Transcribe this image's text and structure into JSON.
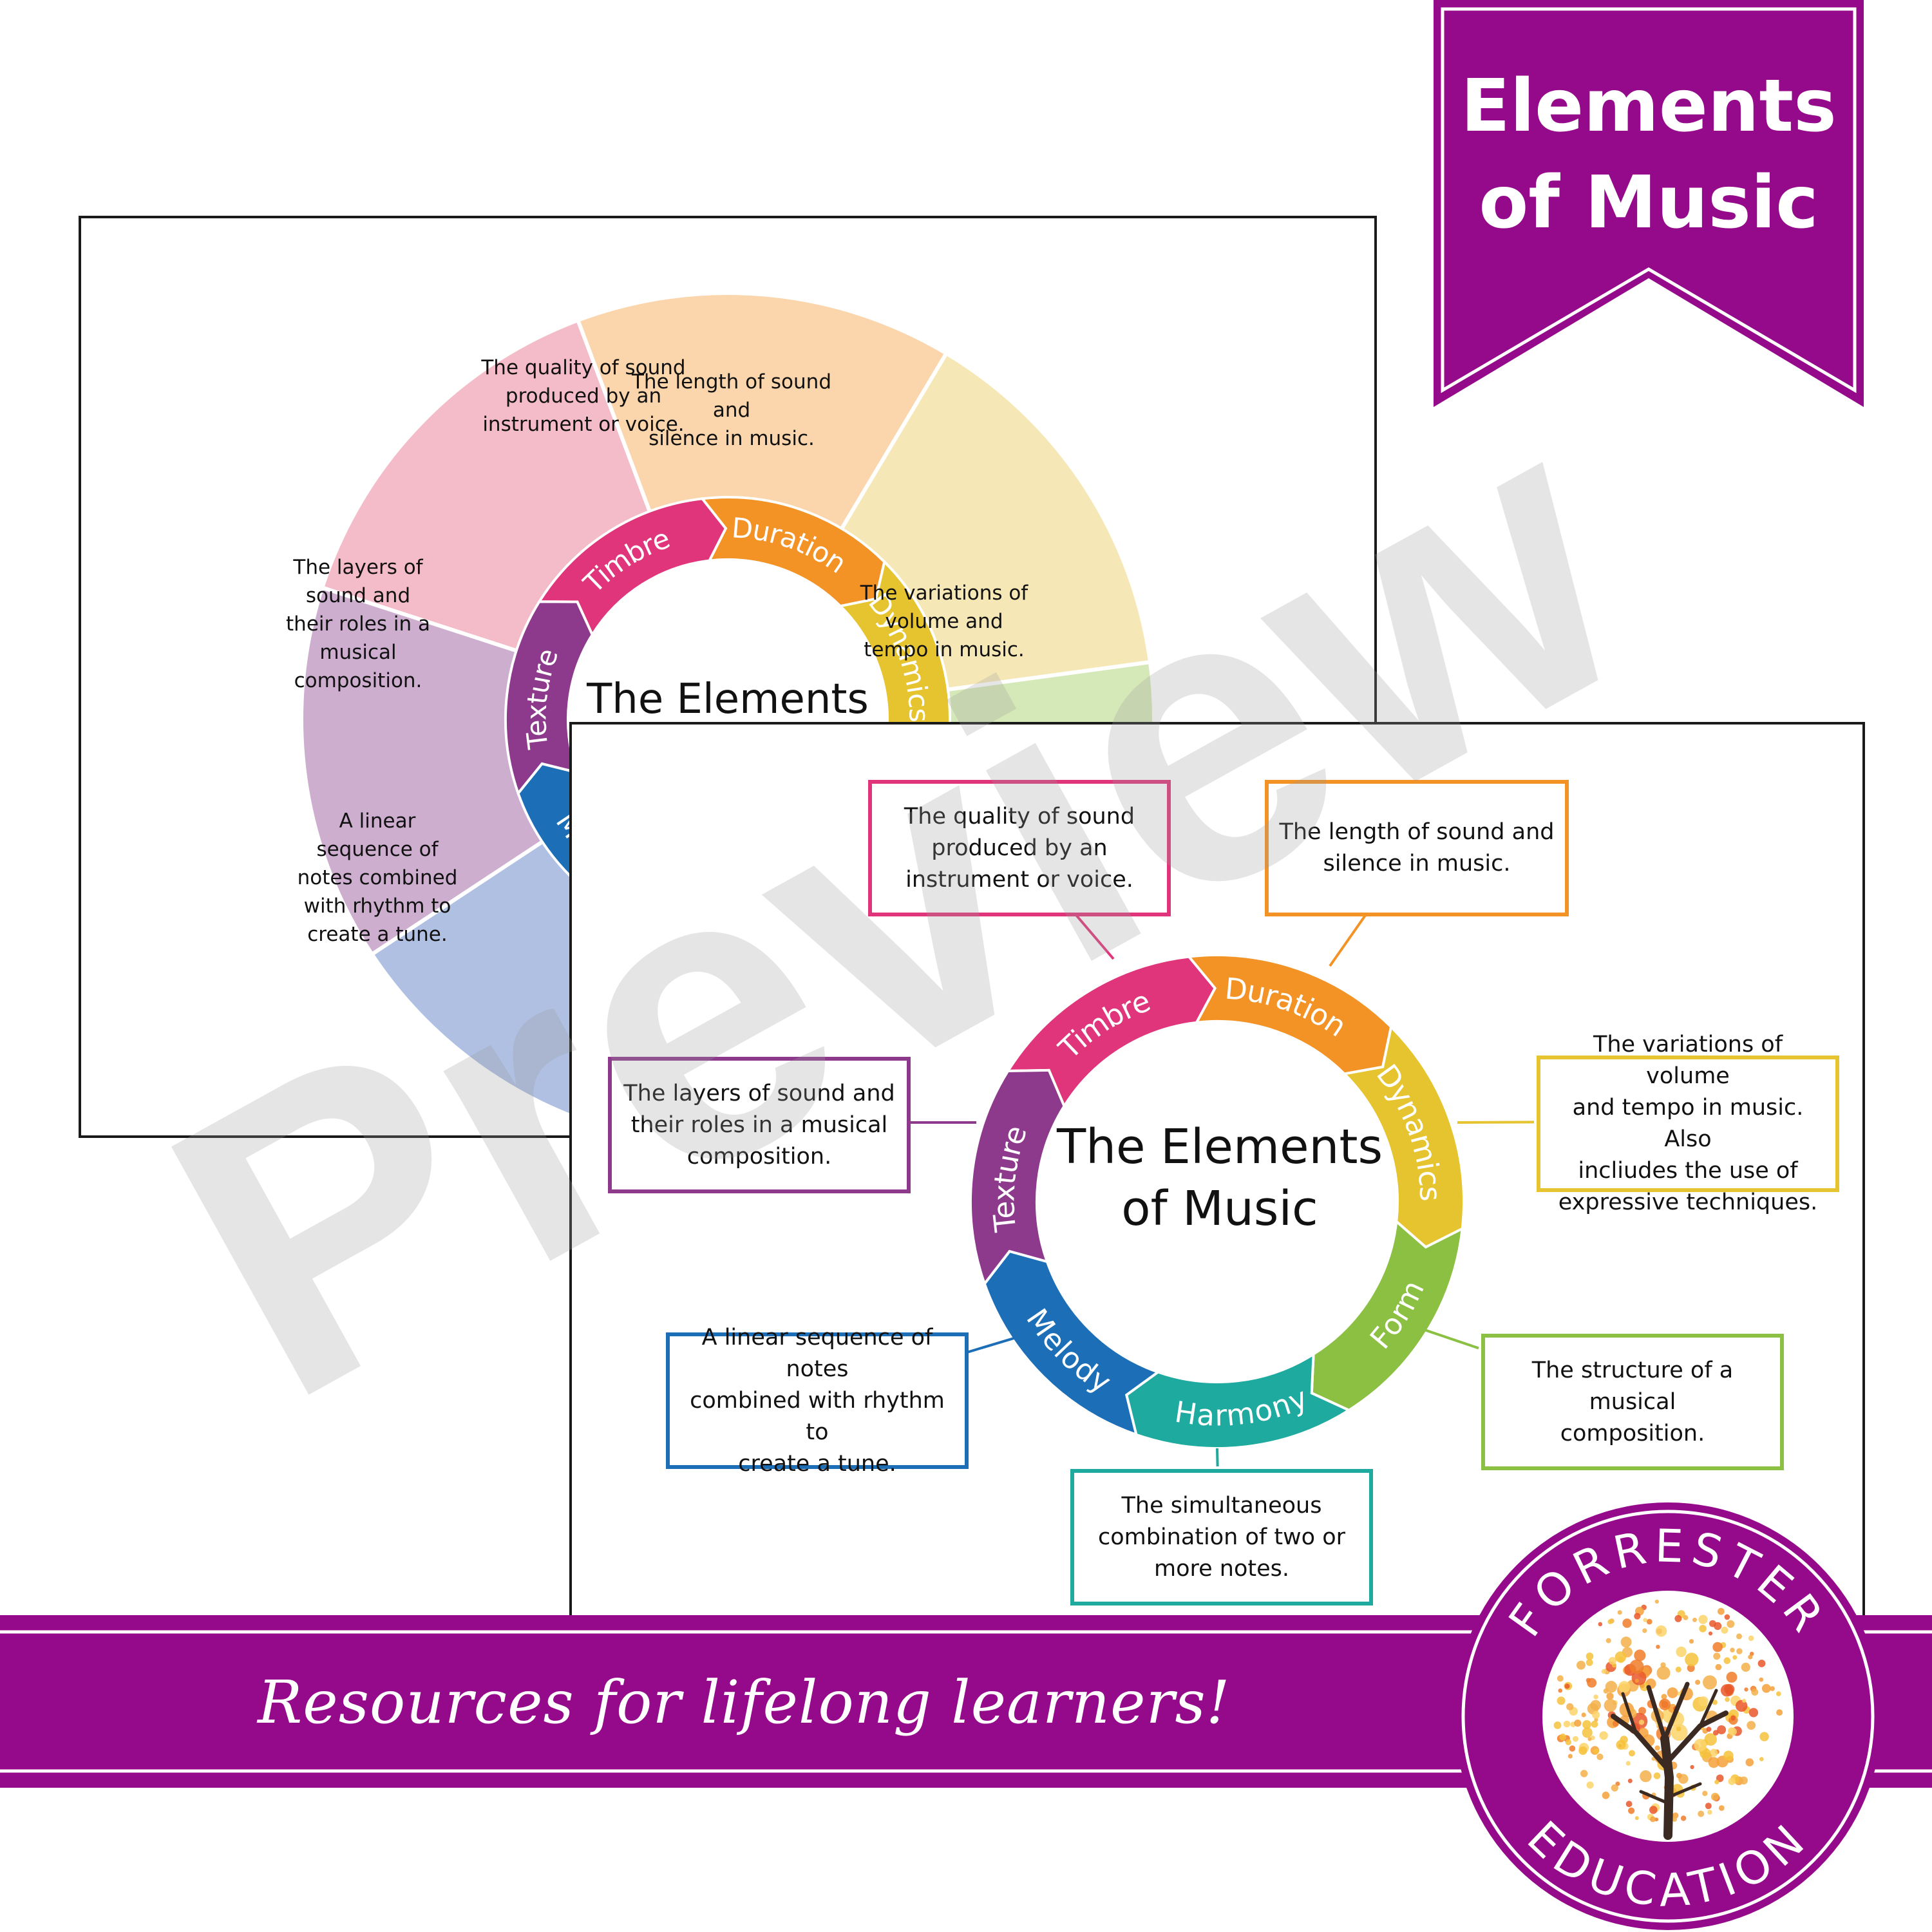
{
  "banner": {
    "title_line1": "Elements",
    "title_line2": "of Music",
    "color": "#940a8a"
  },
  "watermark": {
    "text": "Preview"
  },
  "footer": {
    "tagline": "Resources for lifelong learners!",
    "band_color": "#940a8a"
  },
  "logo": {
    "top_text": "FORRESTER",
    "bottom_text": "EDUCATION"
  },
  "diagram": {
    "title_line1": "The Elements",
    "title_line2": "of Music",
    "elements": [
      {
        "name": "Timbre",
        "color": "#e0357a",
        "pastel": "#f4bcc9",
        "description": "The quality of sound produced by an instrument or voice.",
        "front_lines": [
          "The quality of sound",
          "produced by an",
          "instrument or voice."
        ],
        "back_lines": [
          "The quality of sound",
          "produced by an",
          "instrument or voice."
        ]
      },
      {
        "name": "Duration",
        "color": "#f39225",
        "pastel": "#fbd5ab",
        "description": "The length of sound and silence in music.",
        "front_lines": [
          "The length of sound and",
          "silence in music."
        ],
        "back_lines": [
          "The length of sound and",
          "silence in music."
        ]
      },
      {
        "name": "Dynamics",
        "color": "#e6c430",
        "pastel": "#f6e8b6",
        "description": "The variations of volume and tempo in music. Also incliudes the use of expressive techniques.",
        "front_lines": [
          "The variations of volume",
          "and tempo in music. Also",
          "incliudes the use of",
          "expressive techniques."
        ],
        "back_lines": [
          "The variations of",
          "volume and",
          "tempo in music."
        ]
      },
      {
        "name": "Form",
        "color": "#8bc043",
        "pastel": "#d5e8b8",
        "description": "The structure of a musical composition.",
        "front_lines": [
          "The structure of a musical",
          "composition."
        ],
        "back_lines": []
      },
      {
        "name": "Harmony",
        "color": "#1eaa9e",
        "pastel": "#b3e0db",
        "description": "The simultaneous combination of two or more notes.",
        "front_lines": [
          "The simultaneous",
          "combination of two or",
          "more notes."
        ],
        "back_lines": []
      },
      {
        "name": "Melody",
        "color": "#1c6fb7",
        "pastel": "#b0c0e2",
        "description": "A linear sequence of notes combined with rhythm to create a tune.",
        "front_lines": [
          "A linear sequence of notes",
          "combined with rhythm to",
          "create a tune."
        ],
        "back_lines": [
          "A linear",
          "sequence of",
          "notes combined",
          "with rhythm to",
          "create a tune."
        ]
      },
      {
        "name": "Texture",
        "color": "#8e3a8c",
        "pastel": "#cdaecf",
        "description": "The layers of sound and their roles in a musical composition.",
        "front_lines": [
          "The layers of sound and",
          "their roles in a musical",
          "composition."
        ],
        "back_lines": [
          "The layers of",
          "sound and",
          "their roles in a",
          "musical",
          "composition."
        ]
      }
    ]
  }
}
